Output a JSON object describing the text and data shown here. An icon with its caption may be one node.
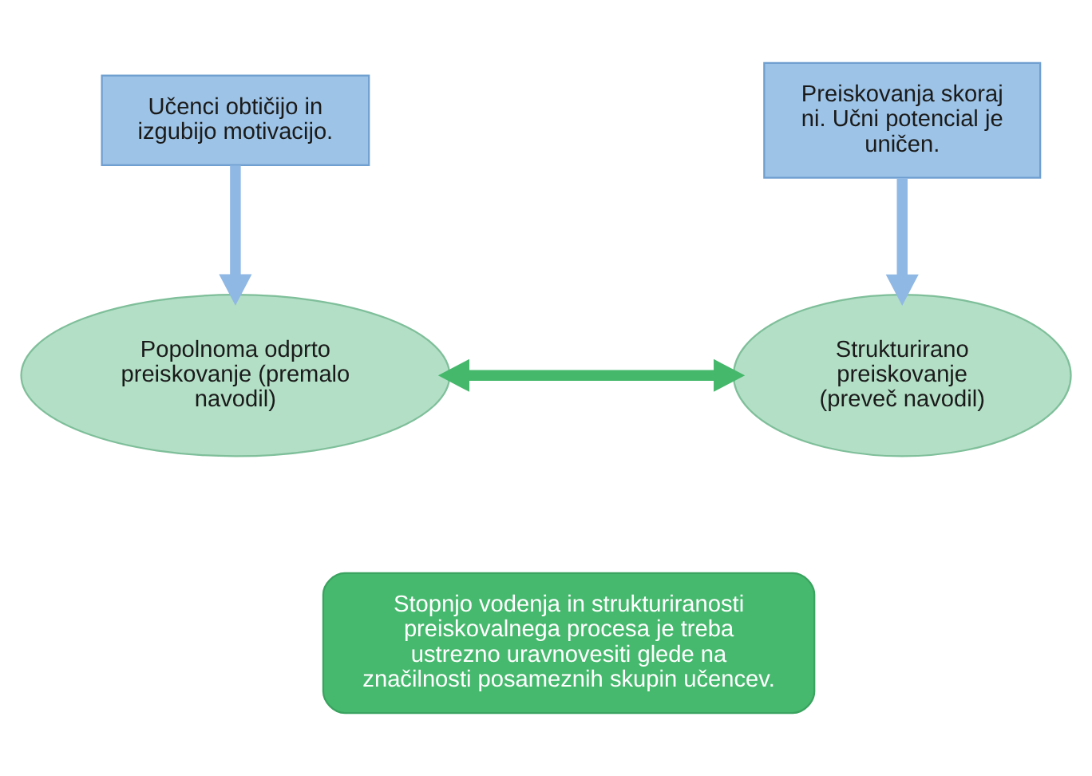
{
  "diagram": {
    "nodes": [
      {
        "text": [
          "Učenci obtičijo in izgubijo motivacijo."
        ]
      },
      {
        "text": [
          "Preiskovanja skoraj ni. Učni potencial je uničen."
        ]
      },
      {
        "text": [
          "Popolnoma odprto preiskovanje (premalo navodil)"
        ]
      },
      {
        "text": [
          "Strukturirano preiskovanje (preveč navodil)"
        ]
      },
      {
        "text": [
          "Stopnjo vodenja in strukturiranosti preiskovalnega procesa je treba ustrezno uravnovesiti glede na značilnosti posameznih skupin učencev."
        ]
      }
    ],
    "edges": [
      {
        "from": 0,
        "to": 2,
        "arrow": "to"
      },
      {
        "from": 1,
        "to": 3,
        "arrow": "to"
      },
      {
        "from": 2,
        "to": 3,
        "arrow": "both",
        "color": "#45b86c"
      }
    ]
  }
}
